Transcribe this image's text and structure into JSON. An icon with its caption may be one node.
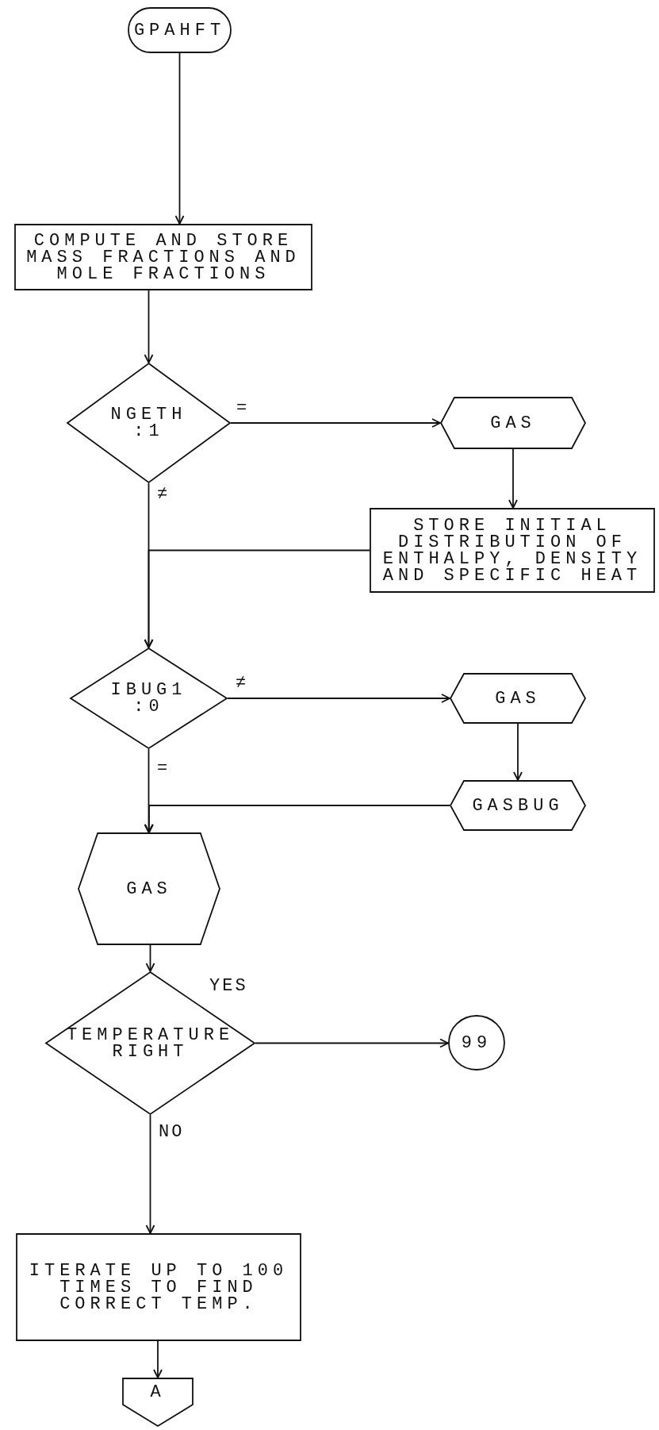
{
  "diagram": {
    "nodes": [
      {
        "text": [
          "GPAHFT"
        ]
      },
      {
        "text": [
          "COMPUTE AND STORE MASS FRACTIONS AND MOLE FRACTIONS"
        ]
      },
      {
        "text": [
          "NGETH :1"
        ]
      },
      {
        "text": [
          "GAS"
        ]
      },
      {
        "text": [
          "STORE INITIAL DISTRIBUTION OF ENTHALPY, DENSITY AND SPECIFIC HEAT"
        ]
      },
      {
        "text": [
          "IBUG1 :0"
        ]
      },
      {
        "text": [
          "GAS"
        ]
      },
      {
        "text": [
          "GASBUG"
        ]
      },
      {
        "text": [
          "GAS"
        ]
      },
      {
        "text": [
          "TEMPERATURE RIGHT"
        ]
      },
      {
        "text": [
          "99"
        ]
      },
      {
        "text": [
          "ITERATE UP TO 100 TIMES TO FIND CORRECT TEMP."
        ]
      },
      {
        "text": [
          "A"
        ]
      }
    ],
    "edges": [
      {
        "from": 0,
        "to": 1,
        "arrow": "to"
      },
      {
        "from": 1,
        "to": 2,
        "arrow": "to"
      },
      {
        "from": 2,
        "to": 3,
        "arrow": "to",
        "label": "="
      },
      {
        "from": 3,
        "to": 4,
        "arrow": "to"
      },
      {
        "from": 2,
        "to": 5,
        "arrow": "to",
        "label": "≠"
      },
      {
        "from": 4,
        "to": 5,
        "arrow": "to"
      },
      {
        "from": 5,
        "to": 6,
        "arrow": "to",
        "label": "≠"
      },
      {
        "from": 6,
        "to": 7,
        "arrow": "to"
      },
      {
        "from": 7,
        "to": 8,
        "arrow": "to"
      },
      {
        "from": 5,
        "to": 8,
        "arrow": "to",
        "label": "="
      },
      {
        "from": 8,
        "to": 9,
        "arrow": "to"
      },
      {
        "from": 9,
        "to": 10,
        "arrow": "to",
        "label": "YES"
      },
      {
        "from": 9,
        "to": 11,
        "arrow": "to",
        "label": "NO"
      },
      {
        "from": 11,
        "to": 12,
        "arrow": "to"
      }
    ]
  }
}
